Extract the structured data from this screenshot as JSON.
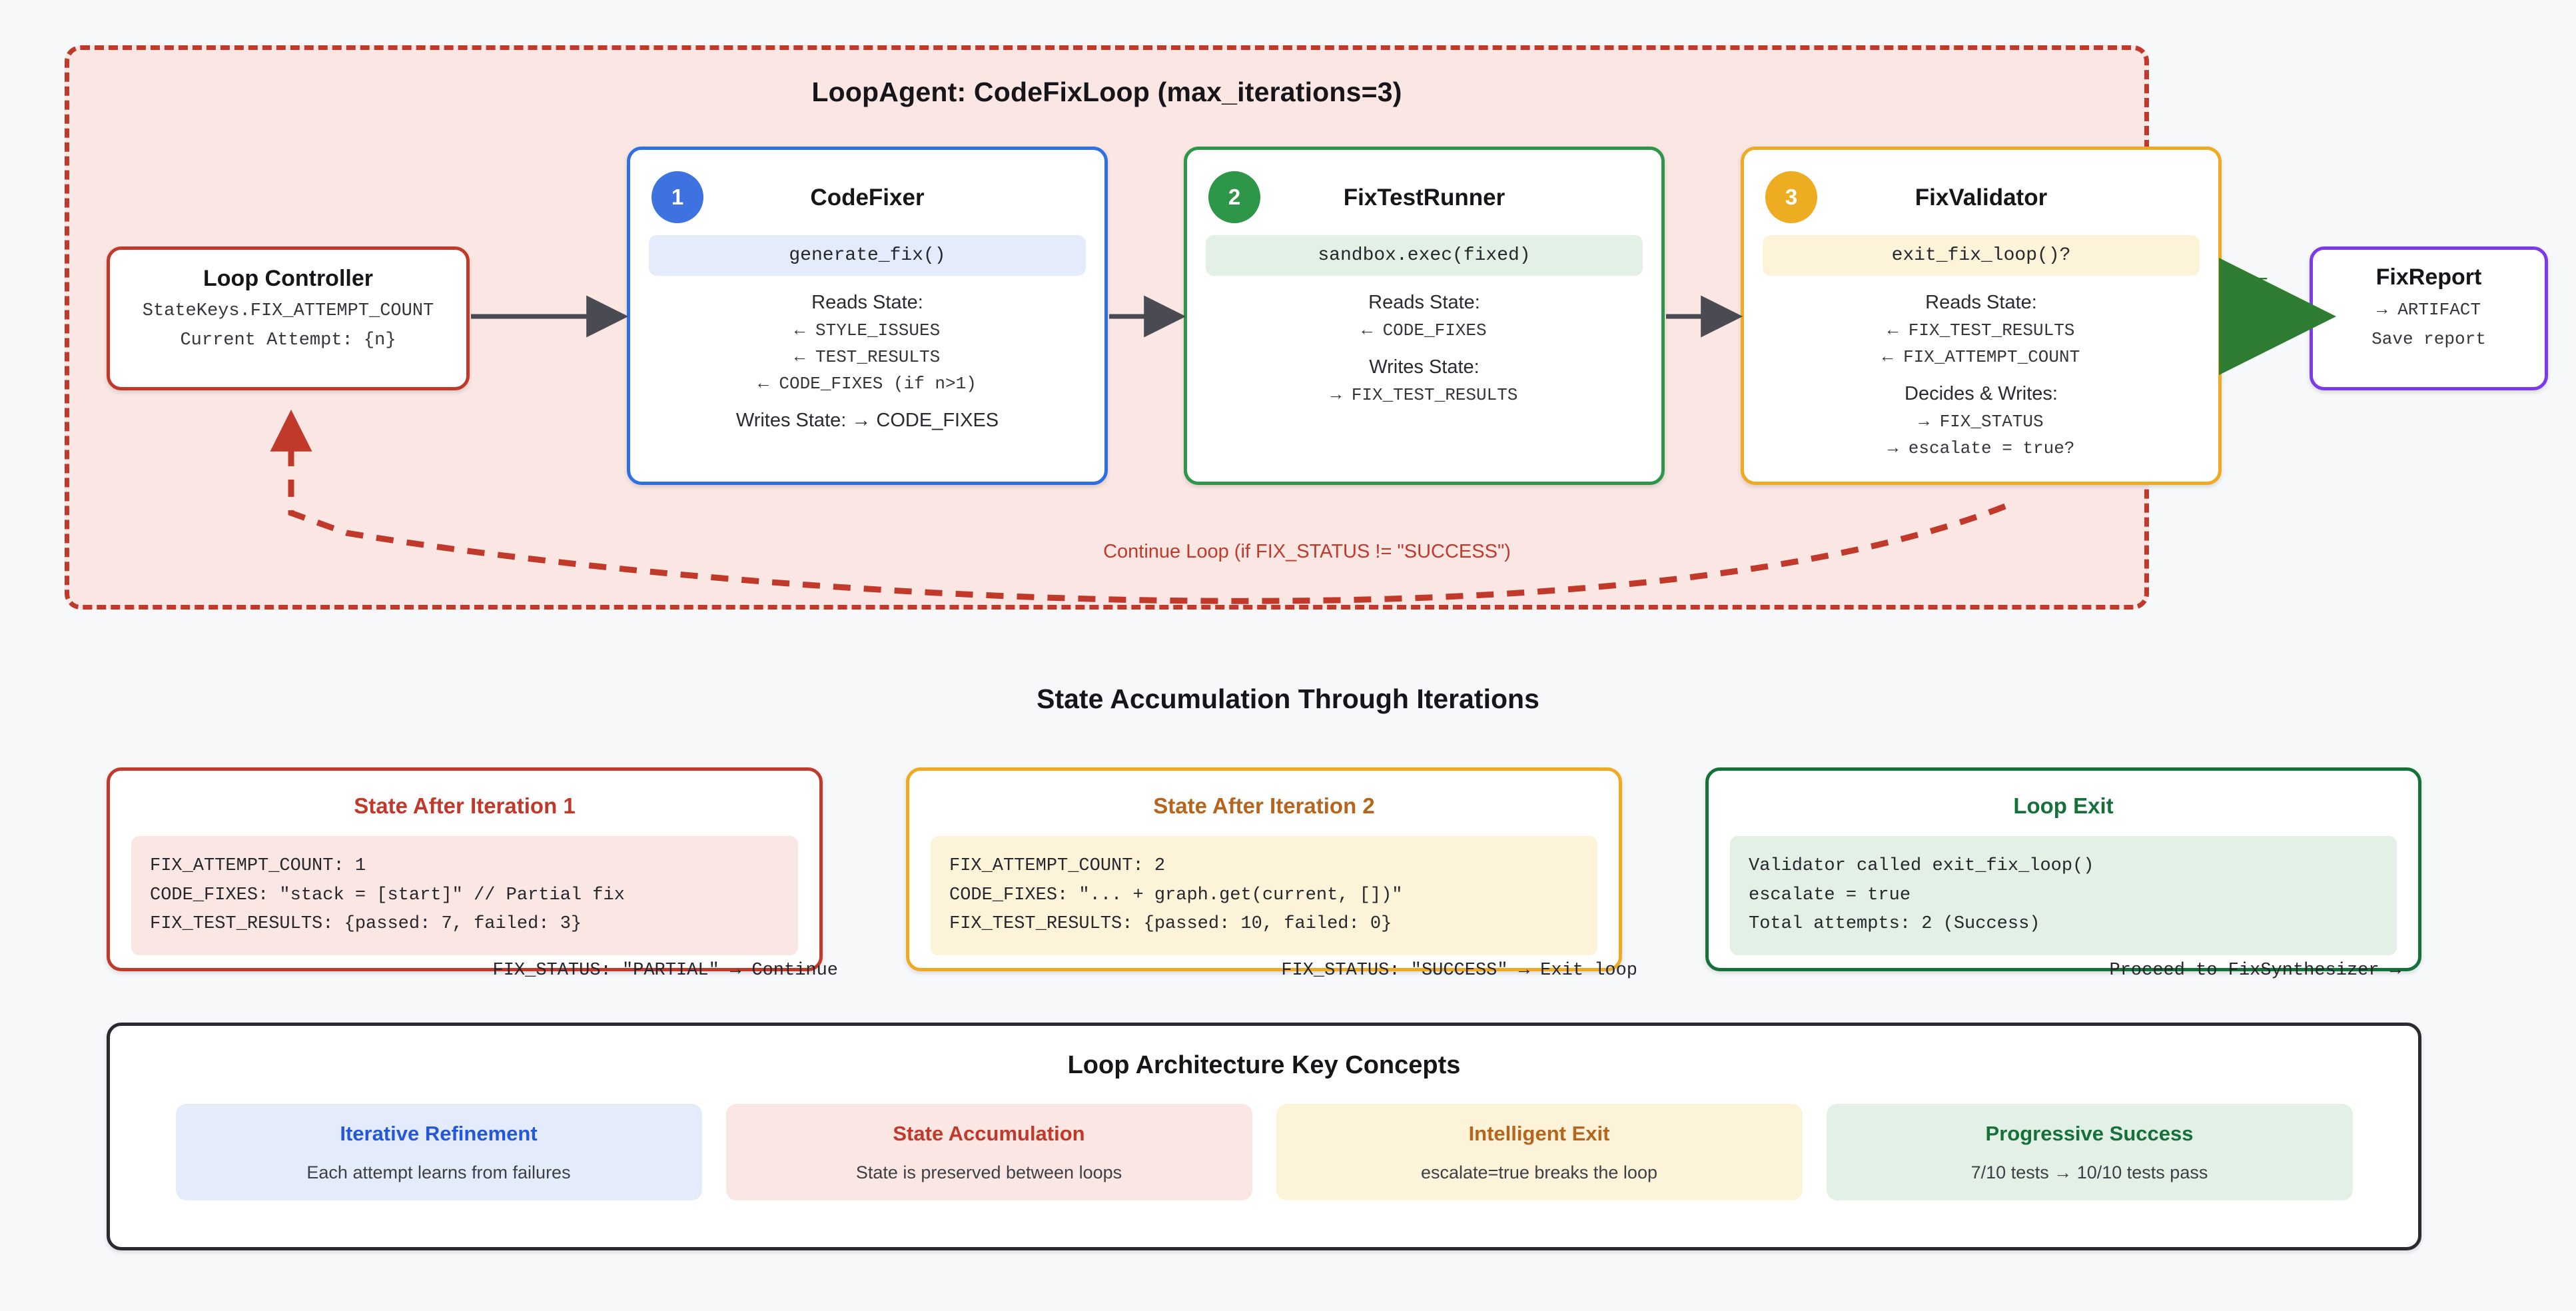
{
  "loop": {
    "title": "LoopAgent: CodeFixLoop (max_iterations=3)",
    "continue_label": "Continue Loop (if FIX_STATUS != \"SUCCESS\")",
    "exit_label": "EXIT",
    "border_color": "#c0392b",
    "background": "#fae7e3"
  },
  "loop_controller": {
    "title": "Loop Controller",
    "line1": "StateKeys.FIX_ATTEMPT_COUNT",
    "line2": "Current Attempt: {n}",
    "color": "#c0392b"
  },
  "nodes": [
    {
      "badge": "1",
      "title": "CodeFixer",
      "function": "generate_fix()",
      "reads_label": "Reads State:",
      "reads": [
        "← STYLE_ISSUES",
        "← TEST_RESULTS",
        "← CODE_FIXES (if n>1)"
      ],
      "writes_line": "Writes State: → CODE_FIXES",
      "color": "#2f6fe4"
    },
    {
      "badge": "2",
      "title": "FixTestRunner",
      "function": "sandbox.exec(fixed)",
      "reads_label": "Reads State:",
      "reads": [
        "← CODE_FIXES"
      ],
      "writes_label": "Writes State:",
      "writes": [
        "→ FIX_TEST_RESULTS"
      ],
      "color": "#2e9648"
    },
    {
      "badge": "3",
      "title": "FixValidator",
      "function": "exit_fix_loop()?",
      "reads_label": "Reads State:",
      "reads": [
        "← FIX_TEST_RESULTS",
        "← FIX_ATTEMPT_COUNT"
      ],
      "writes_label": "Decides & Writes:",
      "writes": [
        "→ FIX_STATUS",
        "→ escalate = true?"
      ],
      "color": "#eeaa22"
    }
  ],
  "fix_report": {
    "title": "FixReport",
    "line1": "→ ARTIFACT",
    "line2": "Save report",
    "color": "#7c3aed"
  },
  "state_section": {
    "title": "State Accumulation Through Iterations",
    "cards": [
      {
        "title": "State After Iteration 1",
        "lines": [
          "FIX_ATTEMPT_COUNT: 1",
          "CODE_FIXES: \"stack = [start]\" // Partial fix",
          "FIX_TEST_RESULTS: {passed: 7, failed: 3}"
        ],
        "footer": "FIX_STATUS: \"PARTIAL\" → Continue",
        "color": "#c0392b"
      },
      {
        "title": "State After Iteration 2",
        "lines": [
          "FIX_ATTEMPT_COUNT: 2",
          "CODE_FIXES: \"... + graph.get(current, [])\"",
          "FIX_TEST_RESULTS: {passed: 10, failed: 0}"
        ],
        "footer": "FIX_STATUS: \"SUCCESS\" → Exit loop",
        "color": "#eeaa22"
      },
      {
        "title": "Loop Exit",
        "lines": [
          "Validator called exit_fix_loop()",
          "escalate = true",
          "Total attempts: 2 (Success)"
        ],
        "footer": "Proceed to FixSynthesizer →",
        "color": "#15703a"
      }
    ]
  },
  "key_concepts": {
    "title": "Loop Architecture Key Concepts",
    "items": [
      {
        "title": "Iterative Refinement",
        "subtitle": "Each attempt learns from failures",
        "color": "#2558d8"
      },
      {
        "title": "State Accumulation",
        "subtitle": "State is preserved between loops",
        "color": "#c0392b"
      },
      {
        "title": "Intelligent Exit",
        "subtitle": "escalate=true breaks the loop",
        "color": "#b5651d"
      },
      {
        "title": "Progressive Success",
        "subtitle": "7/10 tests → 10/10 tests pass",
        "color": "#15703a"
      }
    ]
  }
}
